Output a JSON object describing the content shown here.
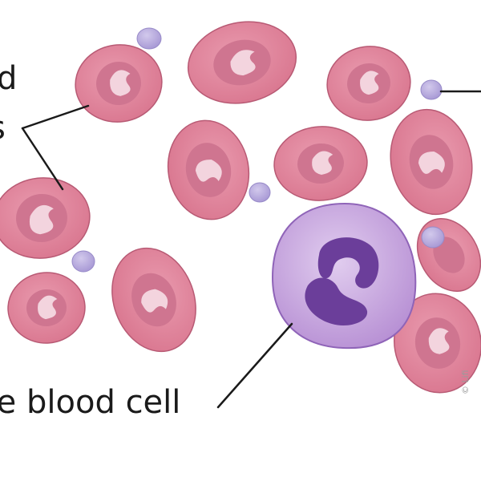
{
  "labels": {
    "red_line1": "d",
    "red_line2": "s",
    "white_cell": "te blood cell",
    "copyright": "© Lifi"
  },
  "colors": {
    "rbc_outer": "#de8198",
    "rbc_inner": "#c86a84",
    "rbc_highlight": "#f4d6e0",
    "platelet": "#b0a3d6",
    "wbc_outer": "#b38bd0",
    "wbc_nucleus": "#6a3d98",
    "line": "#1a1a1a"
  }
}
